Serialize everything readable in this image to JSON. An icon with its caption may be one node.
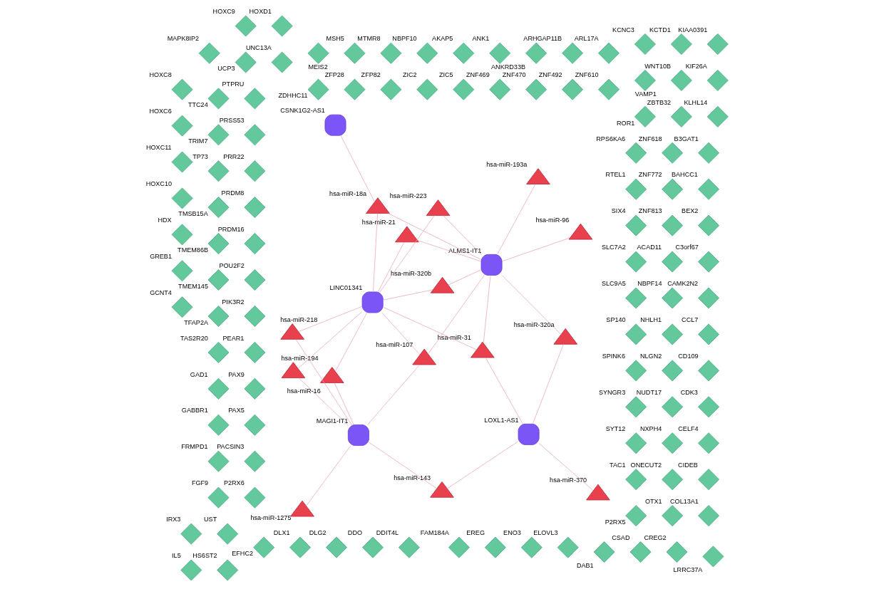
{
  "diagram": {
    "nodes": [
      {
        "text": [
          "CSNK1G2-AS1"
        ]
      },
      {
        "text": [
          "LOXL1-AS1"
        ]
      },
      {
        "text": [
          "MAGI1-IT1"
        ]
      },
      {
        "text": [
          "ALMS1-IT1"
        ]
      },
      {
        "text": [
          "LINC01341"
        ]
      },
      {
        "text": [
          "hsa-miR-18a"
        ]
      },
      {
        "text": [
          "hsa-miR-370"
        ]
      },
      {
        "text": [
          "hsa-miR-96"
        ]
      },
      {
        "text": [
          "hsa-miR-143"
        ]
      },
      {
        "text": [
          "hsa-miR-320b"
        ]
      },
      {
        "text": [
          "hsa-miR-194"
        ]
      },
      {
        "text": [
          "hsa-miR-1275"
        ]
      },
      {
        "text": [
          "hsa-miR-320a"
        ]
      },
      {
        "text": [
          "hsa-miR-31"
        ]
      },
      {
        "text": [
          "hsa-miR-223"
        ]
      },
      {
        "text": [
          "hsa-miR-21"
        ]
      },
      {
        "text": [
          "hsa-miR-16"
        ]
      },
      {
        "text": [
          "hsa-miR-193a"
        ]
      },
      {
        "text": [
          "hsa-miR-218"
        ]
      },
      {
        "text": [
          "hsa-miR-107"
        ]
      },
      {
        "text": [
          "TAC1"
        ]
      },
      {
        "text": [
          "SYT12"
        ]
      },
      {
        "text": [
          "SYNGR3"
        ]
      },
      {
        "text": [
          "SPINK6"
        ]
      },
      {
        "text": [
          "SP140"
        ]
      },
      {
        "text": [
          "SLC9A5"
        ]
      },
      {
        "text": [
          "SLC7A2"
        ]
      },
      {
        "text": [
          "SIX4"
        ]
      },
      {
        "text": [
          "RTEL1"
        ]
      },
      {
        "text": [
          "RPS6KA6"
        ]
      },
      {
        "text": [
          "ROR1"
        ]
      },
      {
        "text": [
          "PTPRU"
        ]
      },
      {
        "text": [
          "PRSS53"
        ]
      },
      {
        "text": [
          "PRR22"
        ]
      },
      {
        "text": [
          "PRDM8"
        ]
      },
      {
        "text": [
          "PRDM16"
        ]
      },
      {
        "text": [
          "POU2F2"
        ]
      },
      {
        "text": [
          "PIK3R2"
        ]
      },
      {
        "text": [
          "PEAR1"
        ]
      },
      {
        "text": [
          "PAX9"
        ]
      },
      {
        "text": [
          "PAX5"
        ]
      },
      {
        "text": [
          "PACSIN3"
        ]
      },
      {
        "text": [
          "P2RX6"
        ]
      },
      {
        "text": [
          "P2RX5"
        ]
      },
      {
        "text": [
          "OTX1"
        ]
      },
      {
        "text": [
          "ONECUT2"
        ]
      },
      {
        "text": [
          "NXPH4"
        ]
      },
      {
        "text": [
          "NUDT17"
        ]
      },
      {
        "text": [
          "NLGN2"
        ]
      },
      {
        "text": [
          "NHLH1"
        ]
      },
      {
        "text": [
          "NBPF14"
        ]
      },
      {
        "text": [
          "ACAD11"
        ]
      },
      {
        "text": [
          "ZNF813"
        ]
      },
      {
        "text": [
          "ZNF772"
        ]
      },
      {
        "text": [
          "ZNF618"
        ]
      },
      {
        "text": [
          "ZNF610"
        ]
      },
      {
        "text": [
          "ZNF492"
        ]
      },
      {
        "text": [
          "ZNF470"
        ]
      },
      {
        "text": [
          "ZNF469"
        ]
      },
      {
        "text": [
          "ZIC5"
        ]
      },
      {
        "text": [
          "ZIC2"
        ]
      },
      {
        "text": [
          "ZFP82"
        ]
      },
      {
        "text": [
          "ZFP28"
        ]
      },
      {
        "text": [
          "ZDHHC11"
        ]
      },
      {
        "text": [
          "ZBTB32"
        ]
      },
      {
        "text": [
          "WNT10B"
        ]
      },
      {
        "text": [
          "VAMP1"
        ]
      },
      {
        "text": [
          "UST"
        ]
      },
      {
        "text": [
          "UNC13A"
        ]
      },
      {
        "text": [
          "UCP3"
        ]
      },
      {
        "text": [
          "TTC24"
        ]
      },
      {
        "text": [
          "TRIM7"
        ]
      },
      {
        "text": [
          "TP73"
        ]
      },
      {
        "text": [
          "TMSB15A"
        ]
      },
      {
        "text": [
          "TMEM86B"
        ]
      },
      {
        "text": [
          "TMEM145"
        ]
      },
      {
        "text": [
          "TFAP2A"
        ]
      },
      {
        "text": [
          "TAS2R20"
        ]
      },
      {
        "text": [
          "GAD1"
        ]
      },
      {
        "text": [
          "GABBR1"
        ]
      },
      {
        "text": [
          "FRMPD1"
        ]
      },
      {
        "text": [
          "FGF9"
        ]
      },
      {
        "text": [
          "FAM184A"
        ]
      },
      {
        "text": [
          "EREG"
        ]
      },
      {
        "text": [
          "ENO3"
        ]
      },
      {
        "text": [
          "ELOVL3"
        ]
      },
      {
        "text": [
          "EFHC2"
        ]
      },
      {
        "text": [
          "DLX1"
        ]
      },
      {
        "text": [
          "DLG2"
        ]
      },
      {
        "text": [
          "DDO"
        ]
      },
      {
        "text": [
          "DDIT4L"
        ]
      },
      {
        "text": [
          "DAB1"
        ]
      },
      {
        "text": [
          "CSAD"
        ]
      },
      {
        "text": [
          "CREG2"
        ]
      },
      {
        "text": [
          "COL13A1"
        ]
      },
      {
        "text": [
          "CIDEB"
        ]
      },
      {
        "text": [
          "CELF4"
        ]
      },
      {
        "text": [
          "CDK3"
        ]
      },
      {
        "text": [
          "CD109"
        ]
      },
      {
        "text": [
          "CCL7"
        ]
      },
      {
        "text": [
          "CAMK2N2"
        ]
      },
      {
        "text": [
          "C3orf67"
        ]
      },
      {
        "text": [
          "BEX2"
        ]
      },
      {
        "text": [
          "BAHCC1"
        ]
      },
      {
        "text": [
          "B3GAT1"
        ]
      },
      {
        "text": [
          "ARL17A"
        ]
      },
      {
        "text": [
          "ARHGAP11B"
        ]
      },
      {
        "text": [
          "ANKRD33B"
        ]
      },
      {
        "text": [
          "ANK1"
        ]
      },
      {
        "text": [
          "AKAP5"
        ]
      },
      {
        "text": [
          "NBPF10"
        ]
      },
      {
        "text": [
          "MTMR8"
        ]
      },
      {
        "text": [
          "MSH5"
        ]
      },
      {
        "text": [
          "MEIS2"
        ]
      },
      {
        "text": [
          "MAPK8IP2"
        ]
      },
      {
        "text": [
          "LRRC37A"
        ]
      },
      {
        "text": [
          "KLHL14"
        ]
      },
      {
        "text": [
          "KIF26A"
        ]
      },
      {
        "text": [
          "KIAA0391"
        ]
      },
      {
        "text": [
          "KCTD1"
        ]
      },
      {
        "text": [
          "KCNC3"
        ]
      },
      {
        "text": [
          "IRX3"
        ]
      },
      {
        "text": [
          "IL5"
        ]
      },
      {
        "text": [
          "HS6ST2"
        ]
      },
      {
        "text": [
          "HOXD1"
        ]
      },
      {
        "text": [
          "HOXC9"
        ]
      },
      {
        "text": [
          "HOXC8"
        ]
      },
      {
        "text": [
          "HOXC6"
        ]
      },
      {
        "text": [
          "HOXC11"
        ]
      },
      {
        "text": [
          "HOXC10"
        ]
      },
      {
        "text": [
          "HDX"
        ]
      },
      {
        "text": [
          "GREB1"
        ]
      },
      {
        "text": [
          "GCNT4"
        ]
      }
    ],
    "edges": [
      {
        "from": 0,
        "to": 5,
        "arrow": "none"
      },
      {
        "from": 1,
        "to": 8,
        "arrow": "none"
      },
      {
        "from": 1,
        "to": 6,
        "arrow": "none"
      },
      {
        "from": 1,
        "to": 13,
        "arrow": "none"
      },
      {
        "from": 1,
        "to": 12,
        "arrow": "none"
      },
      {
        "from": 2,
        "to": 11,
        "arrow": "none"
      },
      {
        "from": 2,
        "to": 10,
        "arrow": "none"
      },
      {
        "from": 2,
        "to": 8,
        "arrow": "none"
      },
      {
        "from": 2,
        "to": 16,
        "arrow": "none"
      },
      {
        "from": 2,
        "to": 18,
        "arrow": "none"
      },
      {
        "from": 2,
        "to": 19,
        "arrow": "none"
      },
      {
        "from": 3,
        "to": 5,
        "arrow": "none"
      },
      {
        "from": 3,
        "to": 7,
        "arrow": "none"
      },
      {
        "from": 3,
        "to": 9,
        "arrow": "none"
      },
      {
        "from": 3,
        "to": 12,
        "arrow": "none"
      },
      {
        "from": 3,
        "to": 13,
        "arrow": "none"
      },
      {
        "from": 3,
        "to": 14,
        "arrow": "none"
      },
      {
        "from": 3,
        "to": 15,
        "arrow": "none"
      },
      {
        "from": 3,
        "to": 17,
        "arrow": "none"
      },
      {
        "from": 3,
        "to": 19,
        "arrow": "none"
      },
      {
        "from": 4,
        "to": 10,
        "arrow": "none"
      },
      {
        "from": 4,
        "to": 5,
        "arrow": "none"
      },
      {
        "from": 4,
        "to": 9,
        "arrow": "none"
      },
      {
        "from": 4,
        "to": 13,
        "arrow": "none"
      },
      {
        "from": 4,
        "to": 14,
        "arrow": "none"
      },
      {
        "from": 4,
        "to": 15,
        "arrow": "none"
      },
      {
        "from": 4,
        "to": 19,
        "arrow": "none"
      },
      {
        "from": 4,
        "to": 18,
        "arrow": "none"
      },
      {
        "from": 4,
        "to": 16,
        "arrow": "none"
      }
    ]
  }
}
